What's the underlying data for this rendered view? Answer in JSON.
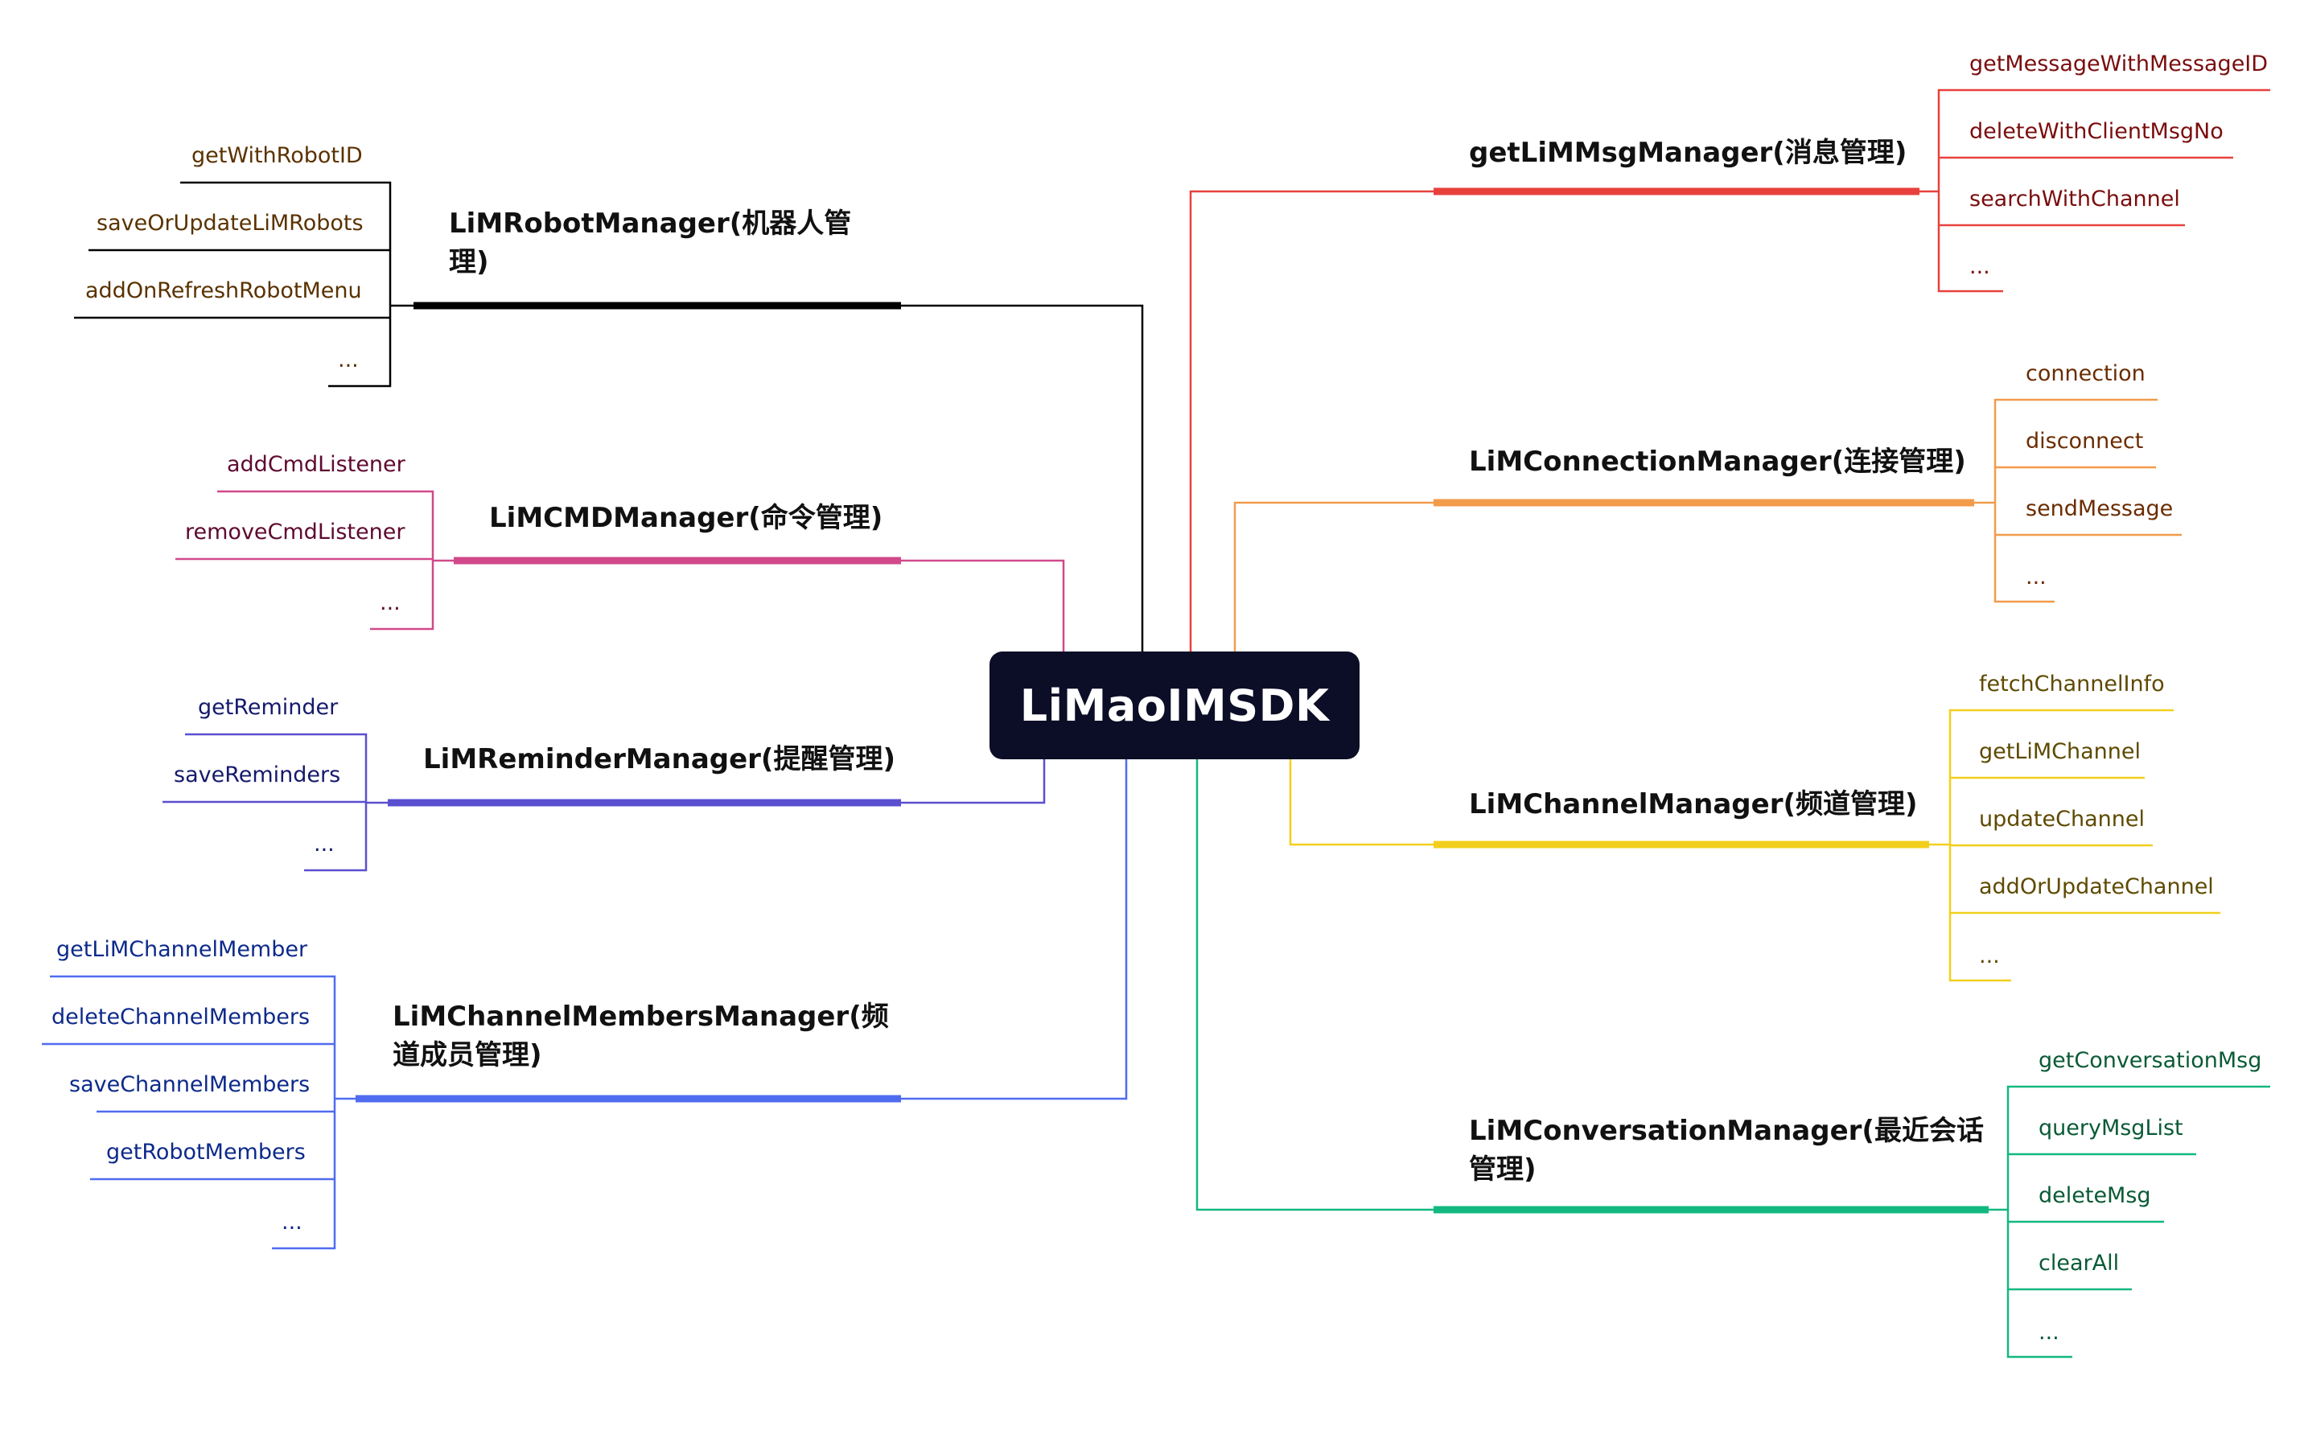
{
  "root": {
    "label": "LiMaoIMSDK"
  },
  "colors": {
    "robot": "#000000",
    "robot_text": "#5a3200",
    "cmd": "#d1498a",
    "cmd_text": "#5e0a30",
    "reminder": "#5a4fcf",
    "reminder_text": "#151a6b",
    "members": "#4f6cf0",
    "members_text": "#0d2a8a",
    "msg": "#e8413c",
    "msg_text": "#7a0d0d",
    "connection": "#f29b4b",
    "connection_text": "#6b2c00",
    "channel": "#f2cf1d",
    "channel_text": "#5e4a00",
    "conversation": "#12b87f",
    "conversation_text": "#0a5a36"
  },
  "branches": {
    "robot": {
      "title_line1": "LiMRobotManager(机器人管",
      "title_line2": "理)",
      "items": [
        "getWithRobotID",
        "saveOrUpdateLiMRobots",
        "addOnRefreshRobotMenu",
        "..."
      ]
    },
    "cmd": {
      "title": "LiMCMDManager(命令管理)",
      "items": [
        "addCmdListener",
        "removeCmdListener",
        "..."
      ]
    },
    "reminder": {
      "title": "LiMReminderManager(提醒管理)",
      "items": [
        "getReminder",
        "saveReminders",
        "..."
      ]
    },
    "members": {
      "title_line1": "LiMChannelMembersManager(频",
      "title_line2": "道成员管理)",
      "items": [
        "getLiMChannelMember",
        "deleteChannelMembers",
        "saveChannelMembers",
        "getRobotMembers",
        "..."
      ]
    },
    "msg": {
      "title": "getLiMMsgManager(消息管理)",
      "items": [
        "getMessageWithMessageID",
        "deleteWithClientMsgNo",
        "searchWithChannel",
        "..."
      ]
    },
    "connection": {
      "title": "LiMConnectionManager(连接管理)",
      "items": [
        "connection",
        "disconnect",
        "sendMessage",
        "..."
      ]
    },
    "channel": {
      "title": "LiMChannelManager(频道管理)",
      "items": [
        "fetchChannelInfo",
        "getLiMChannel",
        "updateChannel",
        "addOrUpdateChannel",
        "..."
      ]
    },
    "conversation": {
      "title_line1": "LiMConversationManager(最近会话",
      "title_line2": "管理)",
      "items": [
        "getConversationMsg",
        "queryMsgList",
        "deleteMsg",
        "clearAll",
        "..."
      ]
    }
  }
}
